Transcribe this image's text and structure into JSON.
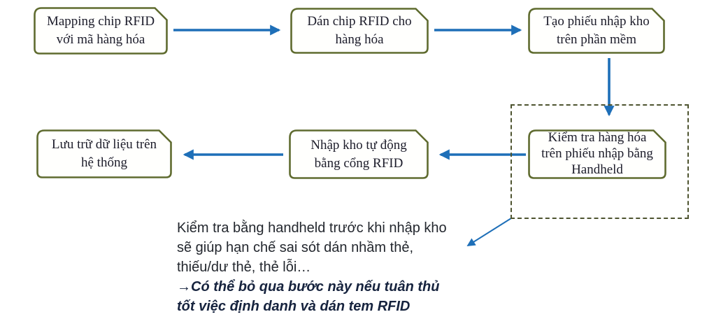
{
  "diagram": {
    "title": "RFID warehouse inbound process flowchart",
    "nodes": [
      {
        "id": "mapping-chip",
        "label": "Mapping chip RFID\nvới mã hàng hóa"
      },
      {
        "id": "dan-chip",
        "label": "Dán chip RFID cho\nhàng hóa"
      },
      {
        "id": "tao-phieu",
        "label": "Tạo phiếu nhập kho\ntrên phần mềm"
      },
      {
        "id": "kiem-tra-handheld",
        "label": "Kiểm tra hàng hóa\ntrên phiếu nhập bằng\nHandheld"
      },
      {
        "id": "nhap-kho-rfid",
        "label": "Nhập kho tự động\nbằng cổng RFID"
      },
      {
        "id": "luu-tru",
        "label": "Lưu trữ dữ liệu trên\nhệ thống"
      }
    ],
    "edges": [
      {
        "from": "mapping-chip",
        "to": "dan-chip"
      },
      {
        "from": "dan-chip",
        "to": "tao-phieu"
      },
      {
        "from": "tao-phieu",
        "to": "kiem-tra-handheld"
      },
      {
        "from": "kiem-tra-handheld",
        "to": "nhap-kho-rfid"
      },
      {
        "from": "nhap-kho-rfid",
        "to": "luu-tru"
      },
      {
        "from": "optional-step-outline",
        "to": "note"
      }
    ],
    "note": {
      "regular": "Kiểm tra bằng handheld trước khi nhập kho\nsẽ giúp hạn chế sai sót dán nhầm thẻ,\nthiếu/dư thẻ, thẻ lỗi…",
      "emphasis": "→Có thể bỏ qua bước này nếu tuân thủ\ntốt việc định danh và dán tem RFID"
    },
    "colors": {
      "node_border": "#5f6b2f",
      "node_fill": "#fffffd",
      "arrow": "#1e6fb8",
      "dashed_outline": "#4e5430",
      "node_text": "#1d1d2b",
      "note_text": "#23272e",
      "note_emphasis_text": "#16233e",
      "background": "#ffffff"
    }
  }
}
